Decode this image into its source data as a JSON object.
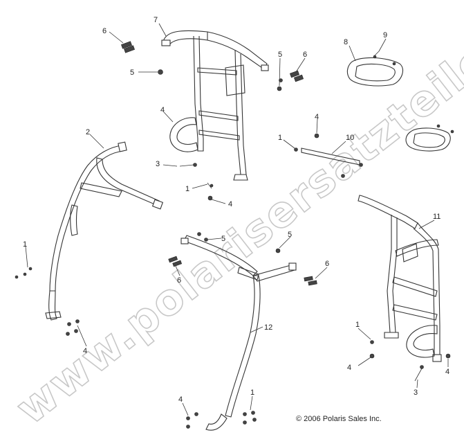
{
  "watermark": {
    "text": "www.polarisersatzteile.de"
  },
  "copyright": "© 2006 Polaris Sales Inc.",
  "callouts": [
    {
      "id": "c6a",
      "label": "6"
    },
    {
      "id": "c7",
      "label": "7"
    },
    {
      "id": "c5a",
      "label": "5"
    },
    {
      "id": "c5b",
      "label": "5"
    },
    {
      "id": "c6b",
      "label": "6"
    },
    {
      "id": "c8",
      "label": "8"
    },
    {
      "id": "c9",
      "label": "9"
    },
    {
      "id": "c4a",
      "label": "4"
    },
    {
      "id": "c2",
      "label": "2"
    },
    {
      "id": "c4b",
      "label": "4"
    },
    {
      "id": "c1a",
      "label": "1"
    },
    {
      "id": "c10",
      "label": "10"
    },
    {
      "id": "c3a",
      "label": "3"
    },
    {
      "id": "c1b",
      "label": "1"
    },
    {
      "id": "c4c",
      "label": "4"
    },
    {
      "id": "c11",
      "label": "11"
    },
    {
      "id": "c5c",
      "label": "5"
    },
    {
      "id": "c5d",
      "label": "5"
    },
    {
      "id": "c1c",
      "label": "1"
    },
    {
      "id": "c6c",
      "label": "6"
    },
    {
      "id": "c6d",
      "label": "6"
    },
    {
      "id": "c4d",
      "label": "4"
    },
    {
      "id": "c12",
      "label": "12"
    },
    {
      "id": "c1d",
      "label": "1"
    },
    {
      "id": "c4e",
      "label": "4"
    },
    {
      "id": "c4f",
      "label": "4"
    },
    {
      "id": "c3b",
      "label": "3"
    },
    {
      "id": "c4g",
      "label": "4"
    },
    {
      "id": "c1e",
      "label": "1"
    }
  ]
}
